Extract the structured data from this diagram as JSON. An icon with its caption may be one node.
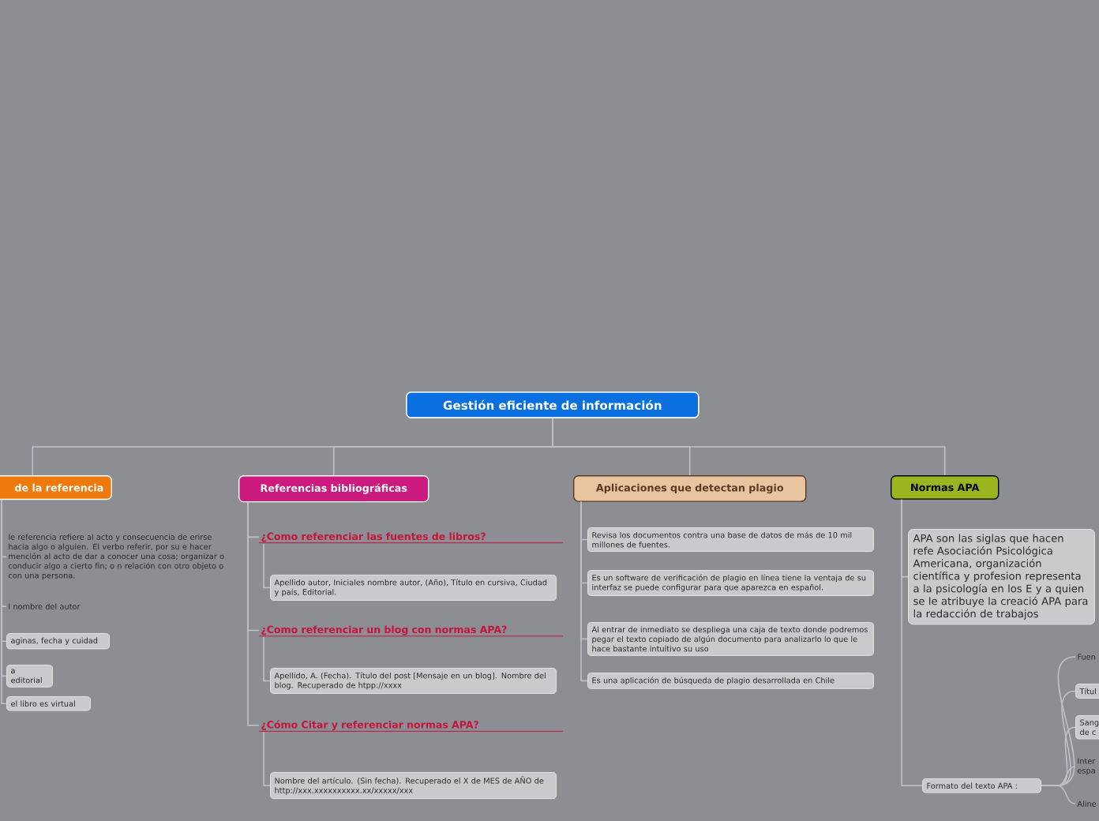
{
  "diagram": {
    "nodes": [
      {
        "text": [
          "Gestión eficiente de información"
        ]
      },
      {
        "text": [
          "de la referencia"
        ]
      },
      {
        "text": [
          "le referencia refiere al acto y consecuencia de erirse hacia algo o alguien. El verbo referir, por su e hacer mención al acto de dar a conocer una cosa; organizar o conducir algo a cierto fin; o n relación con otro objeto o con una persona."
        ]
      },
      {
        "text": [
          "l nombre del autor"
        ]
      },
      {
        "text": [
          "aginas, fecha y cuidad"
        ]
      },
      {
        "text": [
          "a editorial"
        ]
      },
      {
        "text": [
          "el libro es virtual"
        ]
      },
      {
        "text": [
          "Referencias bibliográficas"
        ]
      },
      {
        "text": [
          "¿Como referenciar las fuentes de libros?"
        ]
      },
      {
        "text": [
          "Apellido autor, Iniciales nombre autor, (Año), Título en cursiva, Ciudad y país, Editorial."
        ]
      },
      {
        "text": [
          "¿Como referenciar un blog con normas APA?"
        ]
      },
      {
        "text": [
          "Apellido, A. (Fecha). Título del post [Mensaje en un blog]. Nombre del blog. Recuperado de htpp://xxxx"
        ]
      },
      {
        "text": [
          "¿Cómo Citar y referenciar normas APA?"
        ]
      },
      {
        "text": [
          "Nombre del artículo. (Sin fecha). Recuperado el X de MES de AÑO de http://xxx.xxxxxxxxxx.xx/xxxxx/xxx"
        ]
      },
      {
        "text": [
          "Aplicaciones que detectan plagio"
        ]
      },
      {
        "text": [
          "Revisa los documentos contra una base de datos de más de 10 mil millones de fuentes."
        ]
      },
      {
        "text": [
          "Es un software de verificación de plagio en línea tiene la ventaja de su interfaz se puede configurar para que aparezca en español."
        ]
      },
      {
        "text": [
          "Al entrar de inmediato se despliega una caja de texto donde podremos pegar el texto copiado de algún documento para analizarlo lo que le hace bastante intuitivo su uso"
        ]
      },
      {
        "text": [
          "Es una aplicación de búsqueda de plagio desarrollada en Chile"
        ]
      },
      {
        "text": [
          "Normas APA"
        ]
      },
      {
        "text": [
          "APA son las siglas que hacen refe Asociación Psicológica Americana, organización científica y profesion representa a la psicología en los E y a quien se le atribuye la creació APA para la redacción de trabajos"
        ]
      },
      {
        "text": [
          "Formato del texto APA :"
        ]
      },
      {
        "text": [
          "Fuen"
        ]
      },
      {
        "text": [
          "Títul"
        ]
      },
      {
        "text": [
          "Sang de c"
        ]
      },
      {
        "text": [
          "Inter espa"
        ]
      },
      {
        "text": [
          "Aline"
        ]
      }
    ],
    "edges": [
      {
        "from": 0,
        "to": 1,
        "arrow": "none"
      },
      {
        "from": 0,
        "to": 7,
        "arrow": "none"
      },
      {
        "from": 0,
        "to": 14,
        "arrow": "none"
      },
      {
        "from": 0,
        "to": 19,
        "arrow": "none"
      },
      {
        "from": 1,
        "to": 2,
        "arrow": "none"
      },
      {
        "from": 1,
        "to": 3,
        "arrow": "none"
      },
      {
        "from": 1,
        "to": 4,
        "arrow": "none"
      },
      {
        "from": 1,
        "to": 5,
        "arrow": "none"
      },
      {
        "from": 1,
        "to": 6,
        "arrow": "none"
      },
      {
        "from": 7,
        "to": 8,
        "arrow": "none"
      },
      {
        "from": 8,
        "to": 9,
        "arrow": "none"
      },
      {
        "from": 7,
        "to": 10,
        "arrow": "none"
      },
      {
        "from": 10,
        "to": 11,
        "arrow": "none"
      },
      {
        "from": 7,
        "to": 12,
        "arrow": "none"
      },
      {
        "from": 12,
        "to": 13,
        "arrow": "none"
      },
      {
        "from": 14,
        "to": 15,
        "arrow": "none"
      },
      {
        "from": 14,
        "to": 16,
        "arrow": "none"
      },
      {
        "from": 14,
        "to": 17,
        "arrow": "none"
      },
      {
        "from": 14,
        "to": 18,
        "arrow": "none"
      },
      {
        "from": 19,
        "to": 20,
        "arrow": "none"
      },
      {
        "from": 19,
        "to": 21,
        "arrow": "none"
      },
      {
        "from": 21,
        "to": 22,
        "arrow": "none"
      },
      {
        "from": 21,
        "to": 23,
        "arrow": "none"
      },
      {
        "from": 21,
        "to": 24,
        "arrow": "none"
      },
      {
        "from": 21,
        "to": 25,
        "arrow": "none"
      },
      {
        "from": 21,
        "to": 26,
        "arrow": "none"
      }
    ]
  }
}
